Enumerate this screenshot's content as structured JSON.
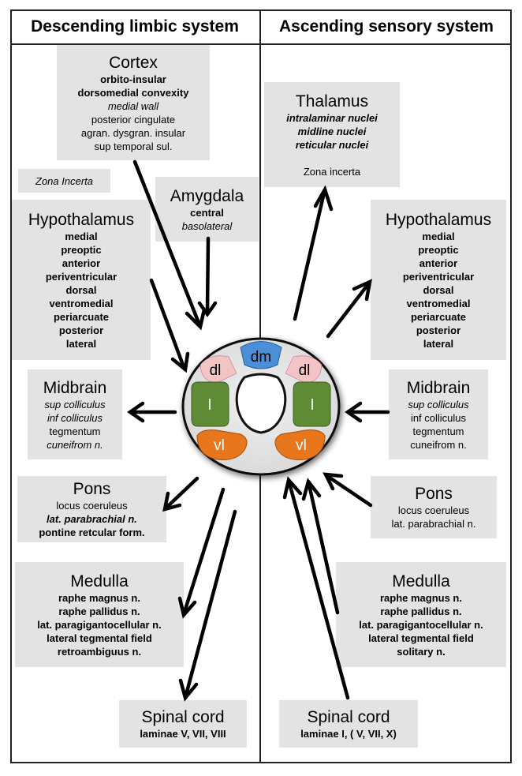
{
  "headers": {
    "left": "Descending limbic system",
    "right": "Ascending sensory system"
  },
  "left": {
    "cortex": {
      "title": "Cortex",
      "lines": [
        {
          "text": "orbito-insular",
          "style": "b"
        },
        {
          "text": "dorsomedial convexity",
          "style": "b"
        },
        {
          "text": "medial wall",
          "style": "i"
        },
        {
          "text": "posterior cingulate",
          "style": ""
        },
        {
          "text": "agran. dysgran. insular",
          "style": ""
        },
        {
          "text": "sup temporal sul.",
          "style": ""
        }
      ]
    },
    "zona_incerta": "Zona Incerta",
    "amygdala": {
      "title": "Amygdala",
      "lines": [
        {
          "text": "central",
          "style": "b"
        },
        {
          "text": "basolateral",
          "style": "i"
        }
      ]
    },
    "hypothalamus": {
      "title": "Hypothalamus",
      "lines": [
        {
          "text": "medial",
          "style": "b"
        },
        {
          "text": "preoptic",
          "style": "b"
        },
        {
          "text": "anterior",
          "style": "b"
        },
        {
          "text": "periventricular",
          "style": "b"
        },
        {
          "text": "dorsal",
          "style": "b"
        },
        {
          "text": "ventromedial",
          "style": "b"
        },
        {
          "text": "periarcuate",
          "style": "b"
        },
        {
          "text": "posterior",
          "style": "b"
        },
        {
          "text": "lateral",
          "style": "b"
        }
      ]
    },
    "midbrain": {
      "title": "Midbrain",
      "lines": [
        {
          "text": "sup colliculus",
          "style": "i"
        },
        {
          "text": "inf colliculus",
          "style": "i"
        },
        {
          "text": "tegmentum",
          "style": ""
        },
        {
          "text": "cuneifrom n.",
          "style": "i"
        }
      ]
    },
    "pons": {
      "title": "Pons",
      "lines": [
        {
          "text": "locus coeruleus",
          "style": ""
        },
        {
          "text": "lat. parabrachial n.",
          "style": "bi"
        },
        {
          "text": "pontine retcular form.",
          "style": "b"
        }
      ]
    },
    "medulla": {
      "title": "Medulla",
      "lines": [
        {
          "text": "raphe magnus n.",
          "style": "b"
        },
        {
          "text": "raphe pallidus n.",
          "style": "b"
        },
        {
          "text": "lat. paragigantocellular n.",
          "style": "b"
        },
        {
          "text": "lateral tegmental field",
          "style": "b"
        },
        {
          "text": "retroambiguus n.",
          "style": "b"
        }
      ]
    },
    "spinal": {
      "title": "Spinal cord",
      "lines": [
        {
          "text": "laminae V, VII, VIII",
          "style": "b"
        }
      ]
    }
  },
  "right": {
    "thalamus": {
      "title": "Thalamus",
      "lines": [
        {
          "text": "intralaminar nuclei",
          "style": "bi"
        },
        {
          "text": "midline nuclei",
          "style": "bi"
        },
        {
          "text": "reticular nuclei",
          "style": "bi"
        },
        {
          "text": "",
          "style": ""
        },
        {
          "text": "Zona incerta",
          "style": ""
        }
      ]
    },
    "hypothalamus": {
      "title": "Hypothalamus",
      "lines": [
        {
          "text": "medial",
          "style": "b"
        },
        {
          "text": "preoptic",
          "style": "b"
        },
        {
          "text": "anterior",
          "style": "b"
        },
        {
          "text": "periventricular",
          "style": "b"
        },
        {
          "text": "dorsal",
          "style": "b"
        },
        {
          "text": "ventromedial",
          "style": "b"
        },
        {
          "text": "periarcuate",
          "style": "b"
        },
        {
          "text": "posterior",
          "style": "b"
        },
        {
          "text": "lateral",
          "style": "b"
        }
      ]
    },
    "midbrain": {
      "title": "Midbrain",
      "lines": [
        {
          "text": "sup colliculus",
          "style": "i"
        },
        {
          "text": "inf colliculus",
          "style": ""
        },
        {
          "text": "tegmentum",
          "style": ""
        },
        {
          "text": "cuneifrom n.",
          "style": ""
        }
      ]
    },
    "pons": {
      "title": "Pons",
      "lines": [
        {
          "text": "locus coeruleus",
          "style": ""
        },
        {
          "text": "lat. parabrachial n.",
          "style": ""
        }
      ]
    },
    "medulla": {
      "title": "Medulla",
      "lines": [
        {
          "text": "raphe magnus n.",
          "style": "b"
        },
        {
          "text": "raphe pallidus n.",
          "style": "b"
        },
        {
          "text": "lat. paragigantocellular n.",
          "style": "b"
        },
        {
          "text": "lateral tegmental field",
          "style": "b"
        },
        {
          "text": "solitary n.",
          "style": "b"
        }
      ]
    },
    "spinal": {
      "title": "Spinal cord",
      "lines": [
        {
          "text": "laminae I, ( V, VII, X)",
          "style": "b"
        }
      ]
    }
  },
  "pag": {
    "columns": {
      "dm": "dm",
      "dl_left": "dl",
      "dl_right": "dl",
      "l_left": "l",
      "l_right": "l",
      "vl_left": "vl",
      "vl_right": "vl"
    },
    "colors": {
      "dm": "#4a8fd8",
      "dl": "#f2c4c4",
      "l": "#5f8a36",
      "vl": "#e8761c",
      "disk": "#e6e6e6"
    }
  }
}
